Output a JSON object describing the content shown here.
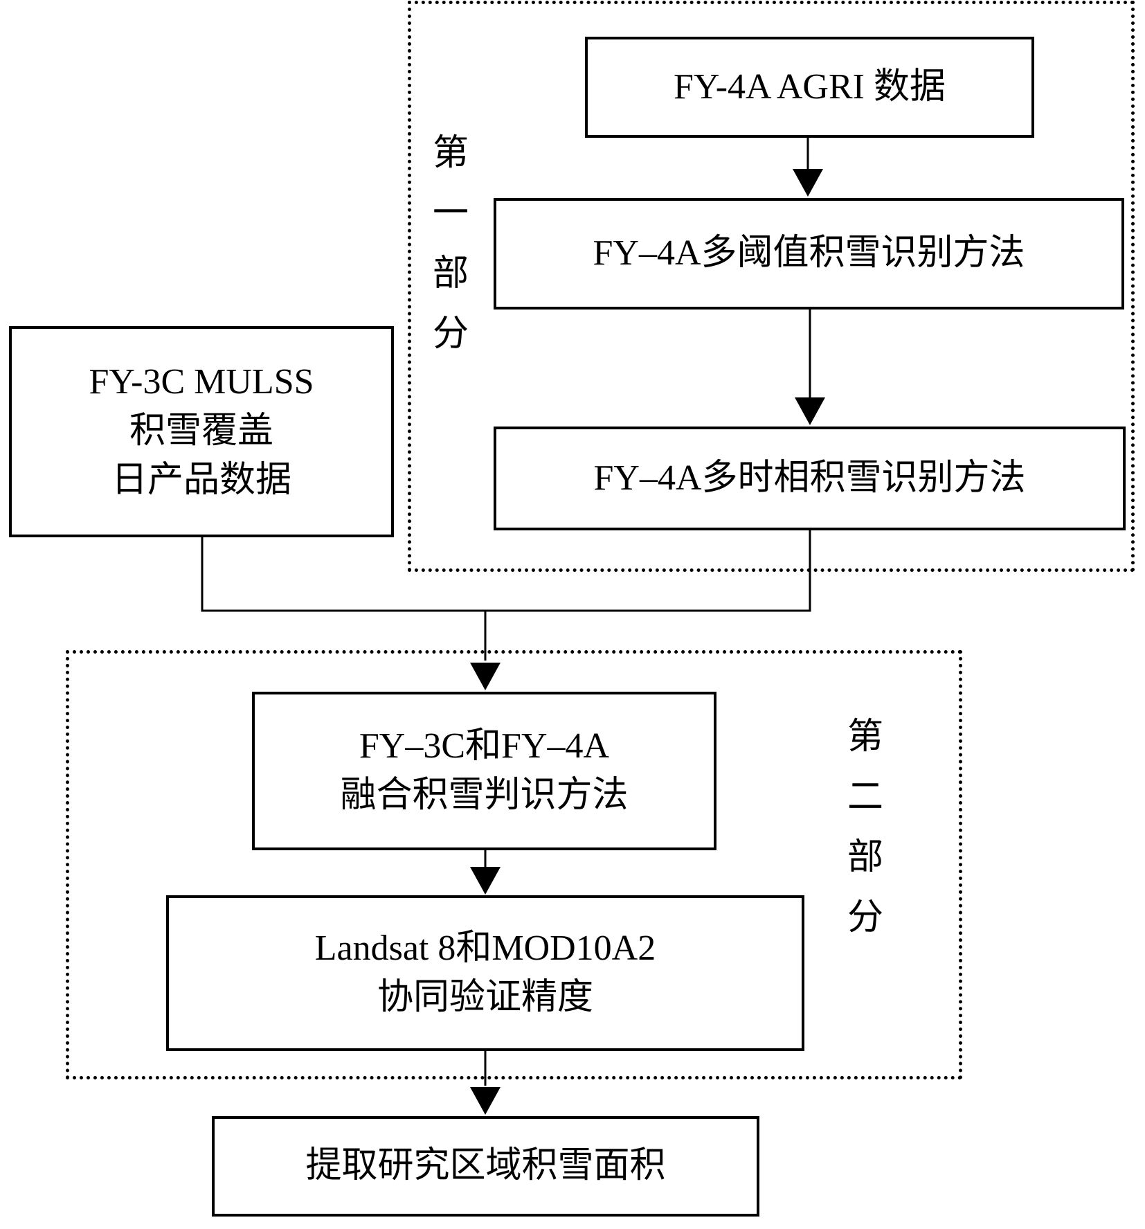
{
  "diagram": {
    "parts": {
      "part1": {
        "label": "第一部分"
      },
      "part2": {
        "label": "第二部分"
      }
    },
    "nodes": {
      "fy4a_agri_data": {
        "label": "FY-4A AGRI 数据"
      },
      "fy4a_multi_threshold": {
        "label": "FY–4A多阈值积雪识别方法"
      },
      "fy4a_multi_temporal": {
        "label": "FY–4A多时相积雪识别方法"
      },
      "fy3c_mulss_product": {
        "label": "FY-3C MULSS\n积雪覆盖\n日产品数据"
      },
      "fusion_method": {
        "label": "FY–3C和FY–4A\n融合积雪判识方法"
      },
      "validation": {
        "label": "Landsat 8和MOD10A2\n协同验证精度"
      },
      "extract_area": {
        "label": "提取研究区域积雪面积"
      }
    }
  }
}
